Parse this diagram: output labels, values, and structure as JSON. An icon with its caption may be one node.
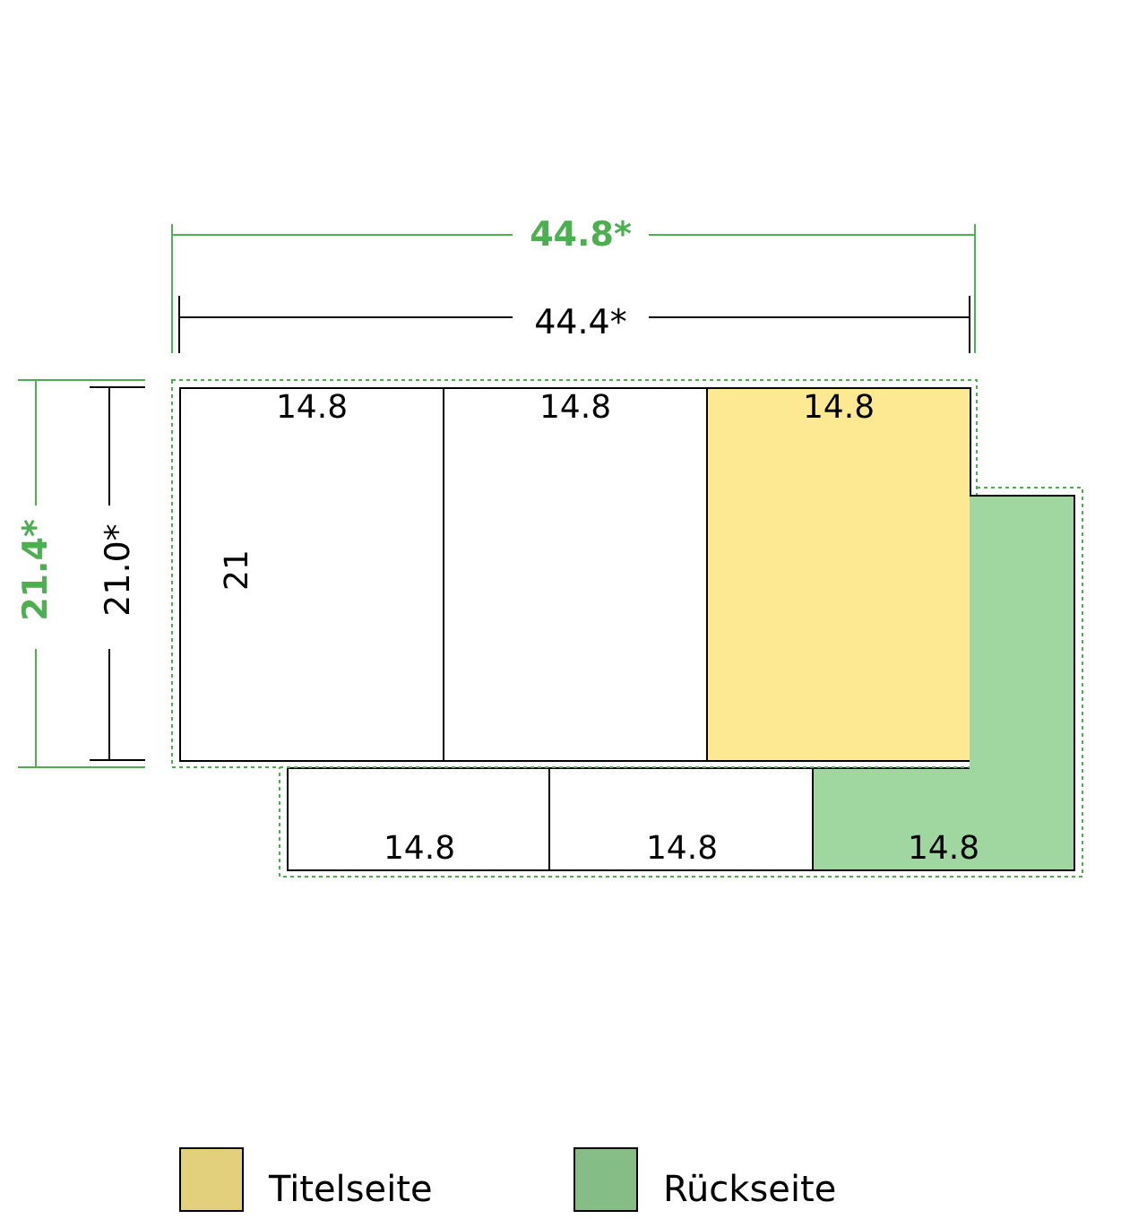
{
  "diagram": {
    "nodes": [
      {
        "text": [
          "14.8"
        ]
      },
      {
        "text": [
          "14.8"
        ]
      },
      {
        "text": [
          "14.8"
        ]
      },
      {
        "text": [
          "14.8"
        ]
      },
      {
        "text": [
          "14.8"
        ]
      },
      {
        "text": [
          "14.8"
        ]
      }
    ],
    "labels": [
      "44.8*",
      "44.4*",
      "21.4*",
      "21.0*",
      "21"
    ],
    "legend": [
      {
        "text": "Titelseite",
        "color": "#e3d07c"
      },
      {
        "text": "Rückseite",
        "color": "#86bd86"
      }
    ]
  }
}
